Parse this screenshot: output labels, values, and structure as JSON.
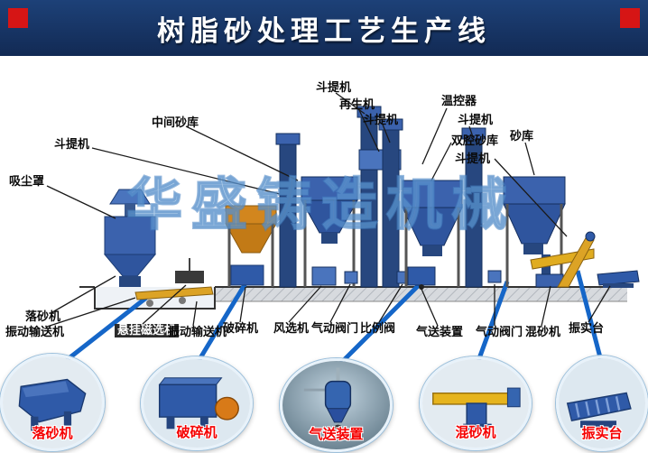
{
  "header": {
    "title": "树脂砂处理工艺生产线"
  },
  "watermark": "华盛铸造机械",
  "diagram": {
    "top_labels": [
      {
        "id": "dust-hood",
        "text": "吸尘罩"
      },
      {
        "id": "bucket-elevator-1",
        "text": "斗提机"
      },
      {
        "id": "intermediate-sand-silo",
        "text": "中间砂库"
      },
      {
        "id": "bucket-elevator-2",
        "text": "斗提机"
      },
      {
        "id": "regenerator",
        "text": "再生机"
      },
      {
        "id": "bucket-elevator-3",
        "text": "斗提机"
      },
      {
        "id": "temperature-controller",
        "text": "温控器"
      },
      {
        "id": "bucket-elevator-4",
        "text": "斗提机"
      },
      {
        "id": "double-chamber-sand-silo",
        "text": "双腔砂库"
      },
      {
        "id": "sand-silo",
        "text": "砂库"
      },
      {
        "id": "bucket-elevator-5",
        "text": "斗提机"
      }
    ],
    "bottom_labels": [
      {
        "id": "shakeout-machine",
        "text": "落砂机"
      },
      {
        "id": "vibrating-conveyor-1",
        "text": "振动输送机"
      },
      {
        "id": "magnetic-separator",
        "text": "悬挂磁选机"
      },
      {
        "id": "vibrating-conveyor-2",
        "text": "振动输送机"
      },
      {
        "id": "crusher",
        "text": "破碎机"
      },
      {
        "id": "air-separator",
        "text": "风选机"
      },
      {
        "id": "pneumatic-valve-1",
        "text": "气动阀门"
      },
      {
        "id": "proportional-valve",
        "text": "比例阀"
      },
      {
        "id": "pneumatic-conveyor",
        "text": "气送装置"
      },
      {
        "id": "pneumatic-valve-2",
        "text": "气动阀门"
      },
      {
        "id": "sand-mixer",
        "text": "混砂机"
      },
      {
        "id": "compaction-table",
        "text": "振实台"
      }
    ]
  },
  "callouts": [
    {
      "label": "落砂机"
    },
    {
      "label": "破碎机"
    },
    {
      "label": "气送装置"
    },
    {
      "label": "混砂机"
    },
    {
      "label": "振实台"
    }
  ],
  "colors": {
    "header_bg": "#16336a",
    "corner_red": "#d61515",
    "machine_blue": "#2f5aa8",
    "hopper_orange": "#d2861e",
    "connector_blue": "#1566c8",
    "callout_label_red": "#f50000",
    "watermark_blue": "#7dafdc"
  }
}
